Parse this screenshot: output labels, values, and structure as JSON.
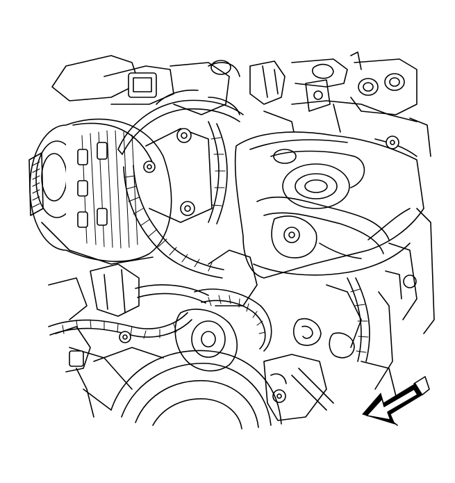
{
  "figure": {
    "kind": "line-art engine compartment illustration",
    "colors": {
      "line": "#000000",
      "background": "#ffffff",
      "arrow_fill": "#000000"
    },
    "parts": [
      {
        "id": "generator",
        "icon": "alternator-icon"
      },
      {
        "id": "generator-pulley",
        "icon": "pulley-icon"
      },
      {
        "id": "exhaust-manifold-heat-shield",
        "icon": "heat-shield-icon"
      },
      {
        "id": "wiring-harness",
        "icon": "harness-icon"
      },
      {
        "id": "crankshaft-balancer",
        "icon": "balancer-icon"
      },
      {
        "id": "mounting-bolts",
        "icon": "bolt-icon"
      },
      {
        "id": "front-of-vehicle-arrow",
        "icon": "direction-arrow-icon"
      }
    ]
  }
}
